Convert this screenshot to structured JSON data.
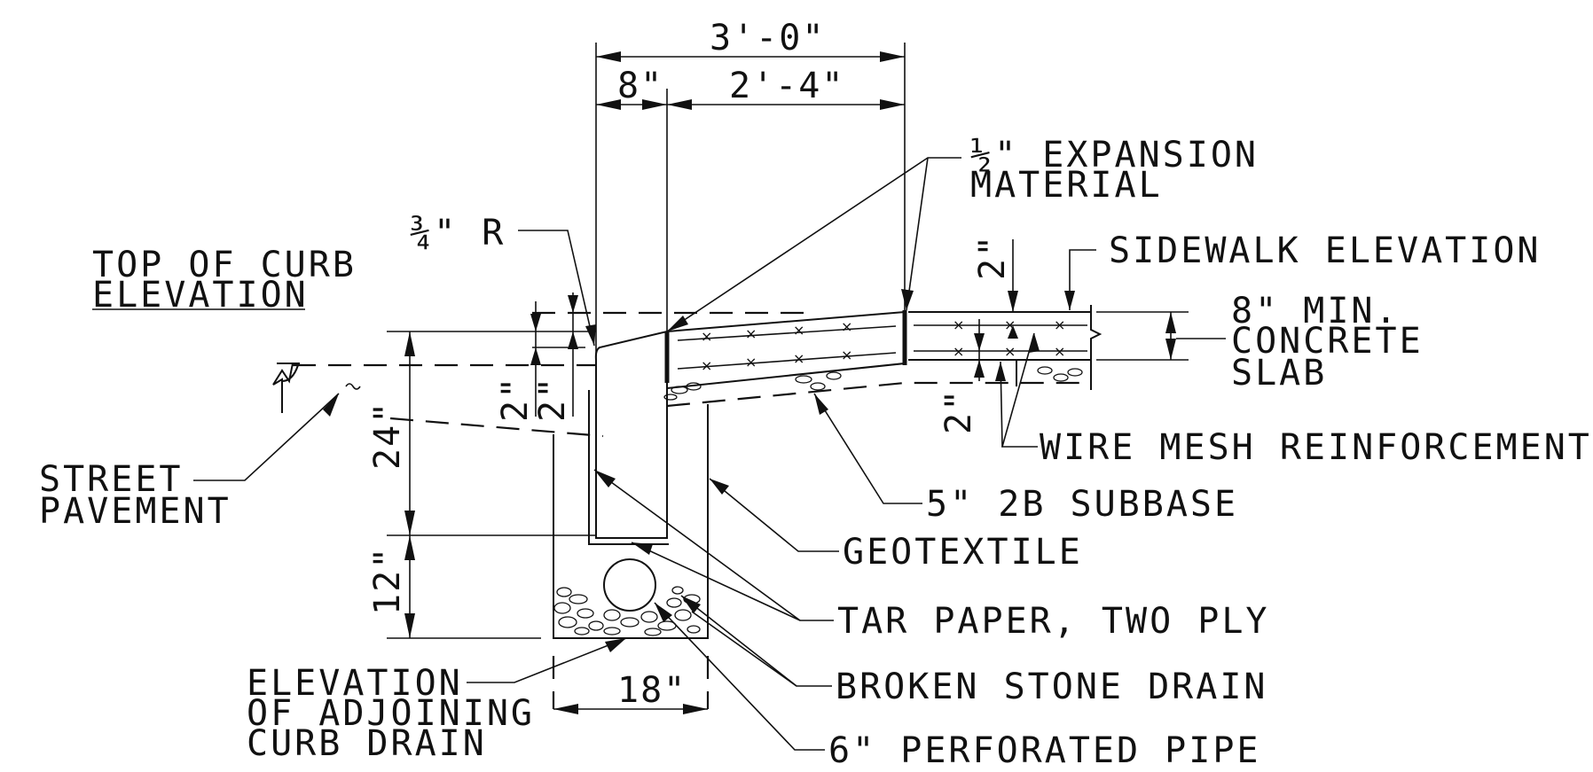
{
  "labels": {
    "top_of_curb": [
      "TOP OF CURB",
      "ELEVATION"
    ],
    "street_pavement": [
      "STREET",
      "PAVEMENT"
    ],
    "expansion": [
      "½\" EXPANSION",
      "MATERIAL"
    ],
    "radius": "¾\" R",
    "sidewalk_elevation": "SIDEWALK ELEVATION",
    "concrete_slab": [
      "8\" MIN.",
      "CONCRETE",
      "SLAB"
    ],
    "wire_mesh": "WIRE MESH REINFORCEMENT",
    "subbase": "5\" 2B SUBBASE",
    "geotextile": "GEOTEXTILE",
    "tar_paper": "TAR PAPER, TWO PLY",
    "broken_stone": "BROKEN STONE DRAIN",
    "pipe": "6\" PERFORATED PIPE",
    "curb_drain": [
      "ELEVATION",
      "OF ADJOINING",
      "CURB DRAIN"
    ]
  },
  "dimensions": {
    "overall_width": "3'-0\"",
    "curb_width": "8\"",
    "slab_width": "2'-4\"",
    "curb_depth": "24\"",
    "drain_depth": "12\"",
    "drain_width": "18\"",
    "reveal_a": "2\"",
    "reveal_b": "2\"",
    "mesh_top": "2\"",
    "mesh_bottom": "2\""
  }
}
